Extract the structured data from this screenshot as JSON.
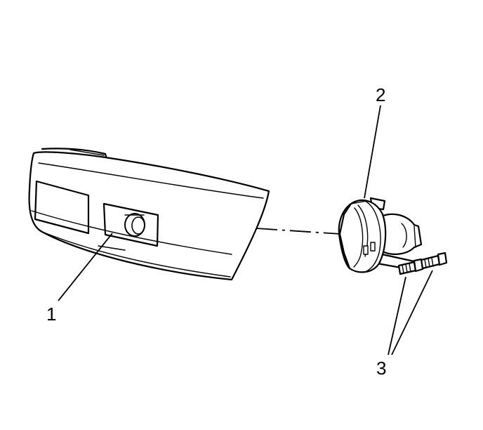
{
  "callouts": {
    "item1": "1",
    "item2": "2",
    "item3": "3"
  },
  "colors": {
    "ink": "#000000",
    "background": "#ffffff"
  }
}
